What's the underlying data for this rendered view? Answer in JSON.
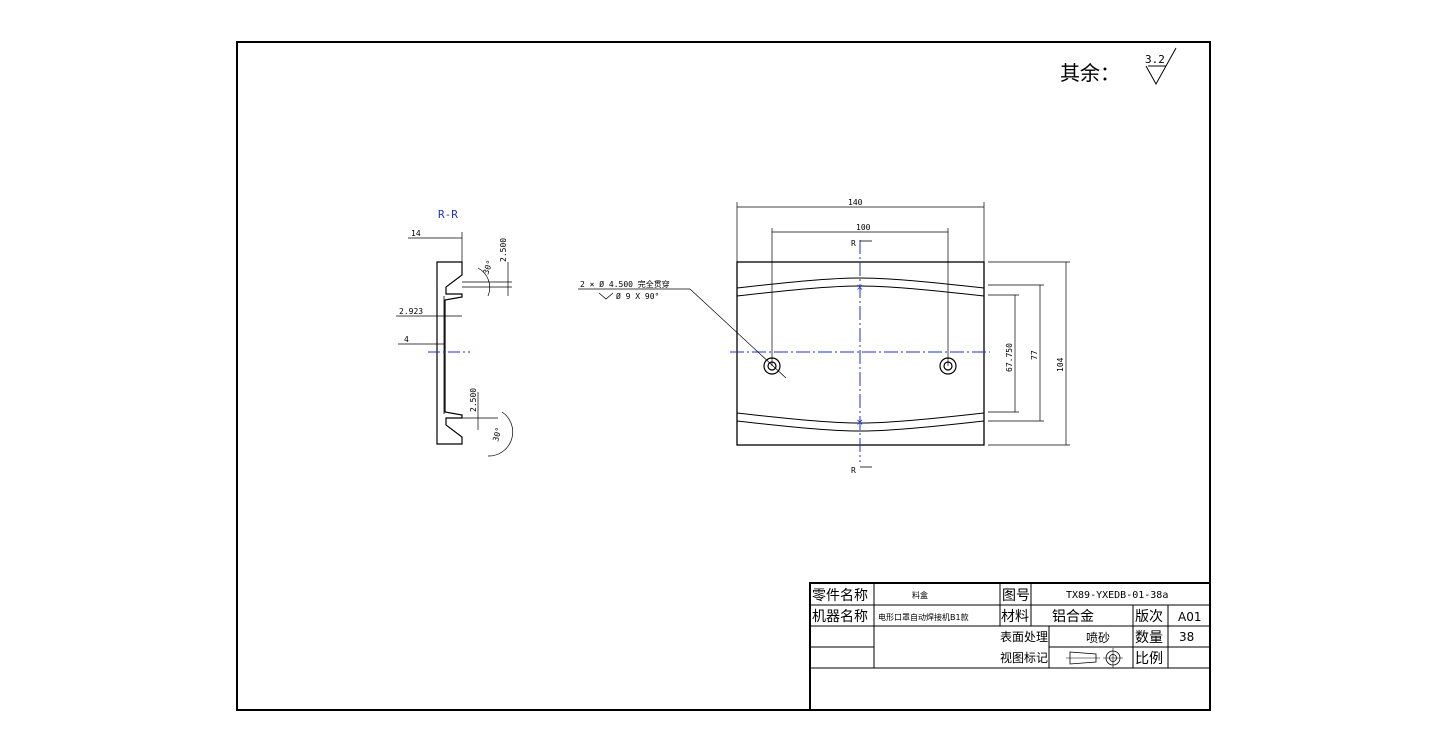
{
  "roughness": {
    "prefix": "其余：",
    "value": "3.2"
  },
  "section": {
    "label": "R-R",
    "dim_14": "14",
    "dim_2500_top": "2.500",
    "angle_top": "30°",
    "dim_2923": "2.923",
    "dim_4": "4",
    "dim_2500_bottom": "2.500",
    "angle_bottom": "30°"
  },
  "plan": {
    "dim_140": "140",
    "dim_100": "100",
    "dim_67750": "67.750",
    "dim_77": "77",
    "dim_104": "104",
    "section_mark_top": "R",
    "section_mark_bottom": "R",
    "hole_note_1": "2 × Ø 4.500 完全贯穿",
    "hole_note_2": "Ø 9 X 90°"
  },
  "title_block": {
    "part_name_label": "零件名称",
    "part_name_value": "料盒",
    "drawing_no_label": "图号",
    "drawing_no_value": "TX89-YXEDB-01-38a",
    "machine_name_label": "机器名称",
    "machine_name_value": "电形口罩自动焊接机B1款",
    "material_label": "材料",
    "material_value": "铝合金",
    "revision_label": "版次",
    "revision_value": "A01",
    "surface_label": "表面处理",
    "surface_value": "喷砂",
    "quantity_label": "数量",
    "quantity_value": "38",
    "view_mark_label": "视图标记",
    "scale_label": "比例",
    "scale_value": ""
  },
  "colors": {
    "line": "#000000",
    "centerline": "#1f2fd0"
  }
}
